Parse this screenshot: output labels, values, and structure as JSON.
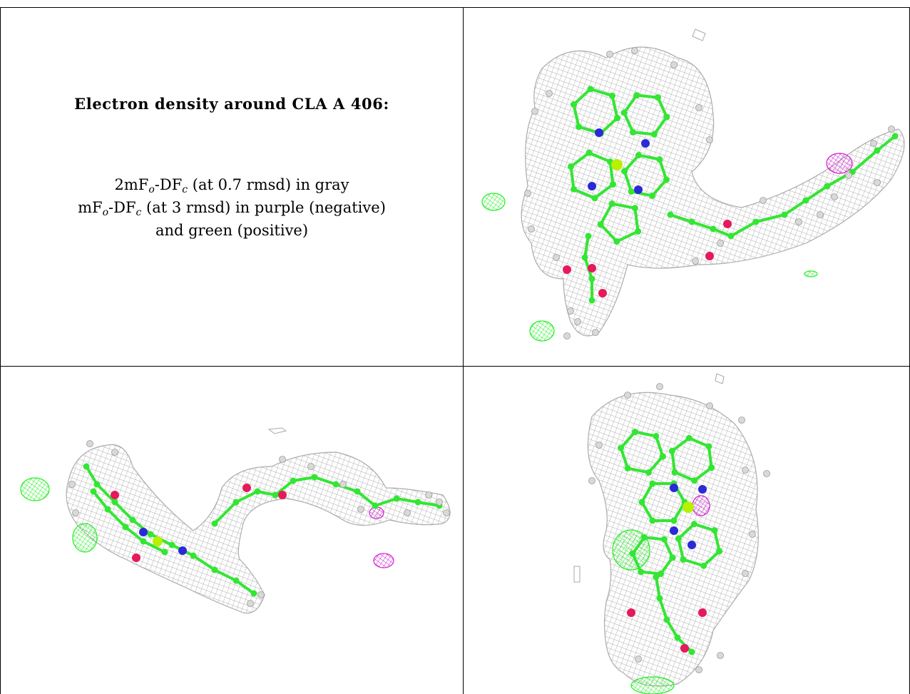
{
  "caption": {
    "title": "Electron density around CLA A 406:",
    "line1": {
      "prefix": "2mF",
      "sub1": "o",
      "mid": "-DF",
      "sub2": "c",
      "suffix": " (at 0.7 rmsd) in gray"
    },
    "line2": {
      "prefix": "mF",
      "sub1": "o",
      "mid": "-DF",
      "sub2": "c",
      "suffix": " (at 3 rmsd) in purple (negative)"
    },
    "line3": "and green (positive)"
  },
  "colors": {
    "mesh_gray": "#a8a8a8",
    "carbon_green": "#33e633",
    "nitrogen_blue": "#2a2ad6",
    "oxygen_red": "#e6195a",
    "magnesium_yellow": "#b8f000",
    "hydrogen_white": "#d9d9d9",
    "negative_purple": "#d21ed2",
    "positive_green": "#22ee22"
  },
  "panels": [
    "view-1",
    "view-2",
    "view-3"
  ]
}
